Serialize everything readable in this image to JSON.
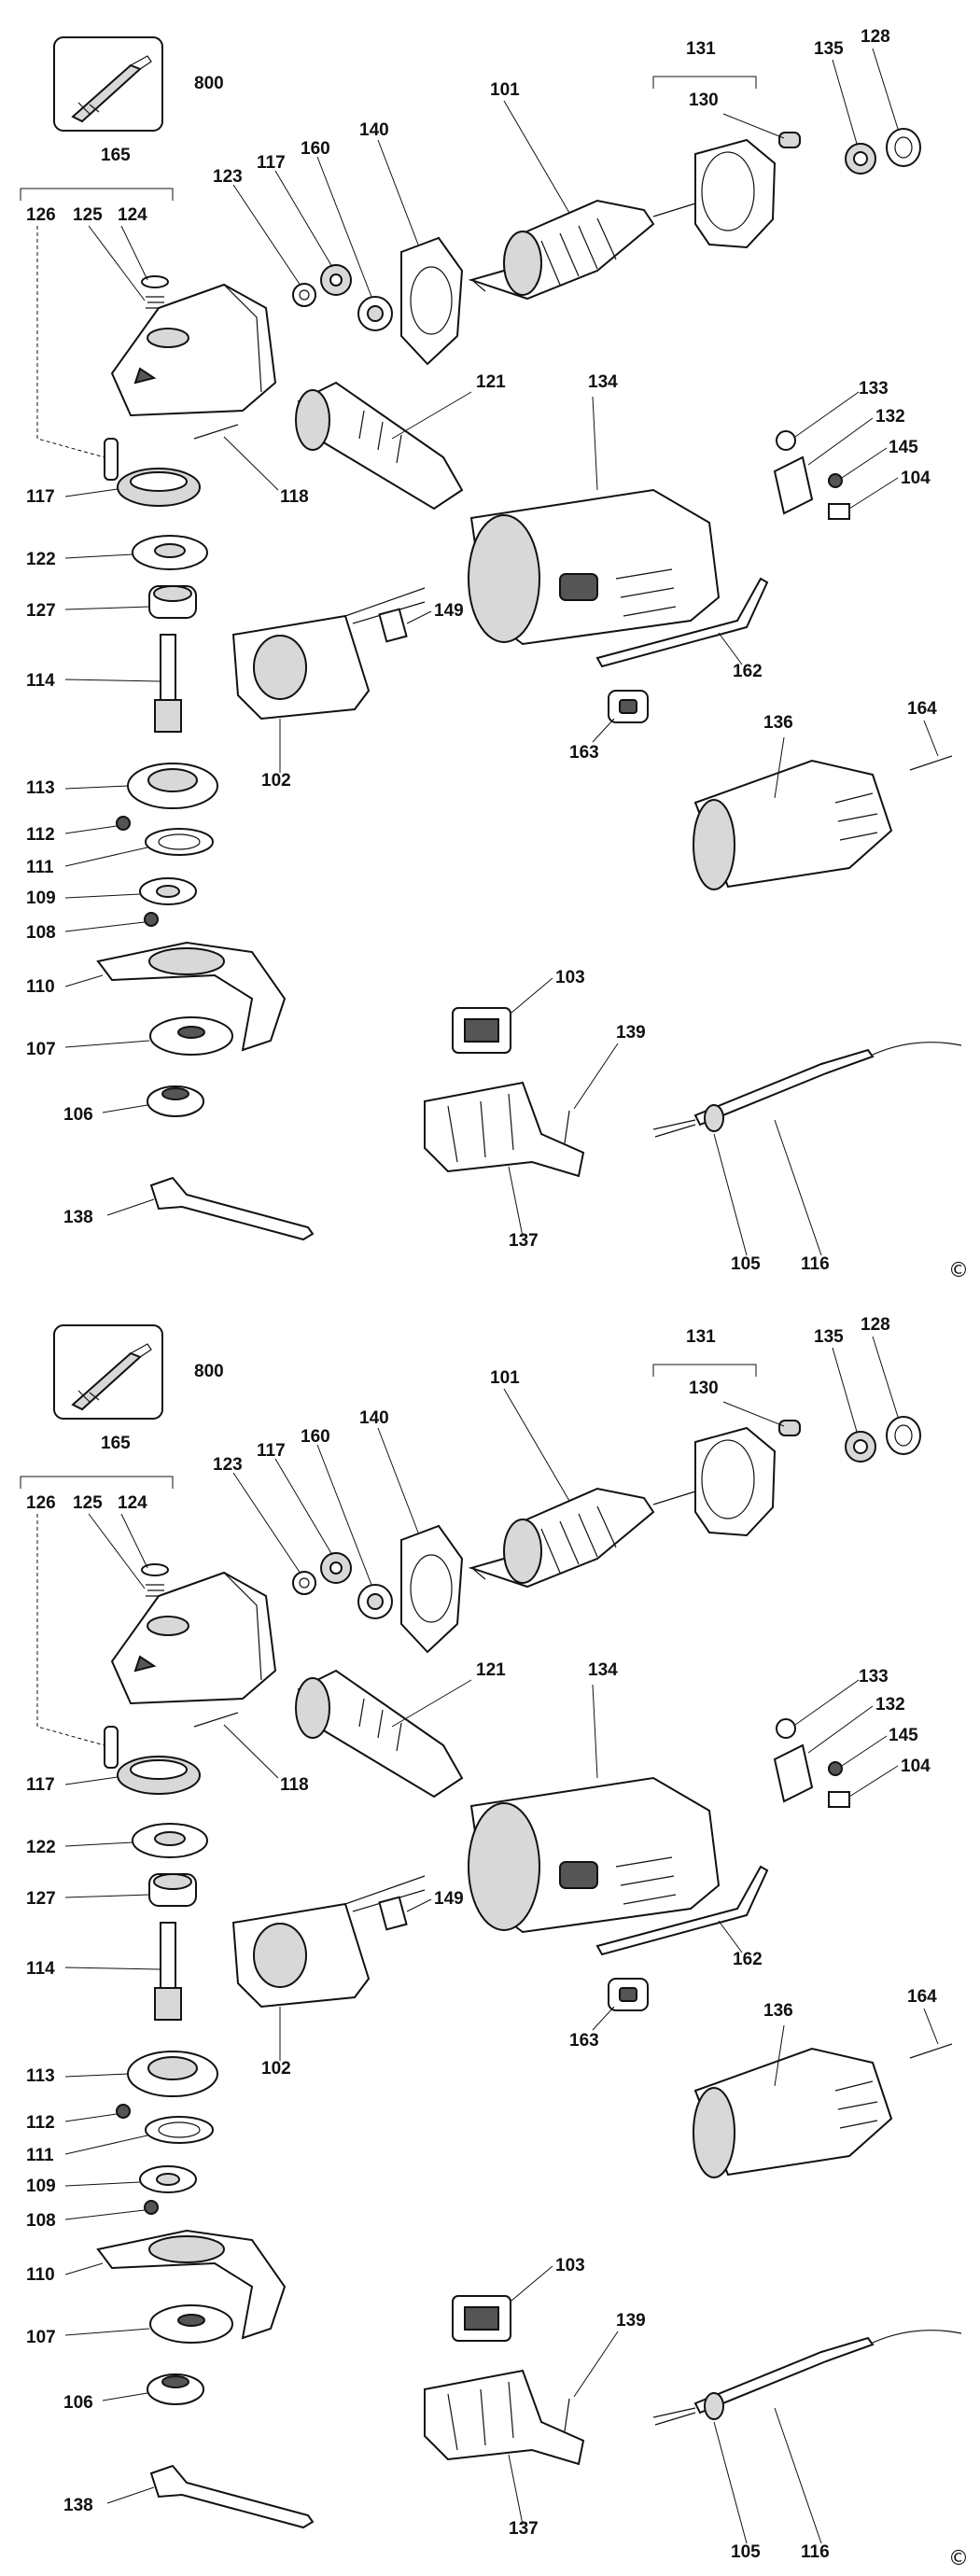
{
  "panels": [
    {
      "labels": {
        "p800": "800",
        "p165": "165",
        "p126": "126",
        "p125": "125",
        "p124": "124",
        "p123": "123",
        "p117a": "117",
        "p160": "160",
        "p140": "140",
        "p101": "101",
        "p131": "131",
        "p130": "130",
        "p135": "135",
        "p128": "128",
        "p121": "121",
        "p134": "134",
        "p133": "133",
        "p132": "132",
        "p145": "145",
        "p104": "104",
        "p117b": "117",
        "p118": "118",
        "p122": "122",
        "p127": "127",
        "p149": "149",
        "p162": "162",
        "p114": "114",
        "p102": "102",
        "p163": "163",
        "p136": "136",
        "p164": "164",
        "p113": "113",
        "p112": "112",
        "p111": "111",
        "p109": "109",
        "p108": "108",
        "p110": "110",
        "p107": "107",
        "p106": "106",
        "p103": "103",
        "p139": "139",
        "p137": "137",
        "p138": "138",
        "p105": "105",
        "p116": "116"
      },
      "copyright": "©"
    },
    {
      "labels": {
        "p800": "800",
        "p165": "165",
        "p126": "126",
        "p125": "125",
        "p124": "124",
        "p123": "123",
        "p117a": "117",
        "p160": "160",
        "p140": "140",
        "p101": "101",
        "p131": "131",
        "p130": "130",
        "p135": "135",
        "p128": "128",
        "p121": "121",
        "p134": "134",
        "p133": "133",
        "p132": "132",
        "p145": "145",
        "p104": "104",
        "p117b": "117",
        "p118": "118",
        "p122": "122",
        "p127": "127",
        "p149": "149",
        "p162": "162",
        "p114": "114",
        "p102": "102",
        "p163": "163",
        "p136": "136",
        "p164": "164",
        "p113": "113",
        "p112": "112",
        "p111": "111",
        "p109": "109",
        "p108": "108",
        "p110": "110",
        "p107": "107",
        "p106": "106",
        "p103": "103",
        "p139": "139",
        "p137": "137",
        "p138": "138",
        "p105": "105",
        "p116": "116"
      },
      "copyright": "©"
    }
  ]
}
